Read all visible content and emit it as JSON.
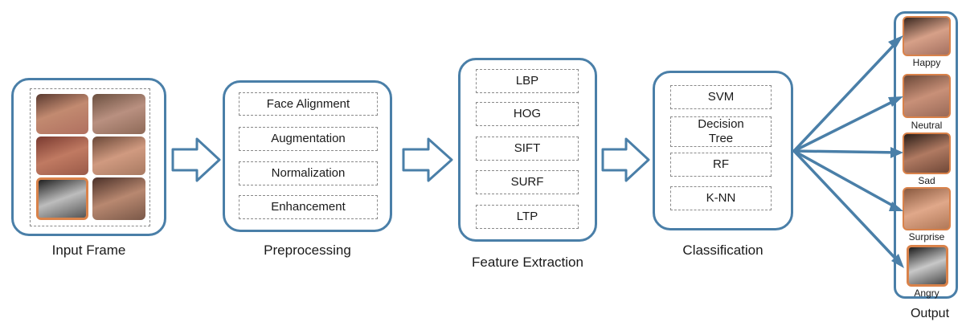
{
  "stages": {
    "input": {
      "caption": "Input Frame"
    },
    "preprocessing": {
      "caption": "Preprocessing",
      "items": [
        "Face Alignment",
        "Augmentation",
        "Normalization",
        "Enhancement"
      ]
    },
    "feature_extraction": {
      "caption": "Feature Extraction",
      "items": [
        "LBP",
        "HOG",
        "SIFT",
        "SURF",
        "LTP"
      ]
    },
    "classification": {
      "caption": "Classification",
      "items": [
        "SVM",
        "Decision Tree",
        "RF",
        "K-NN"
      ]
    },
    "output": {
      "caption": "Output",
      "labels": [
        "Happy",
        "Neutral",
        "Sad",
        "Surprise",
        "Angry"
      ]
    }
  },
  "colors": {
    "panel_border": "#4a7fa8",
    "arrow": "#4a7fa8",
    "face_frame": "#d9824a"
  }
}
